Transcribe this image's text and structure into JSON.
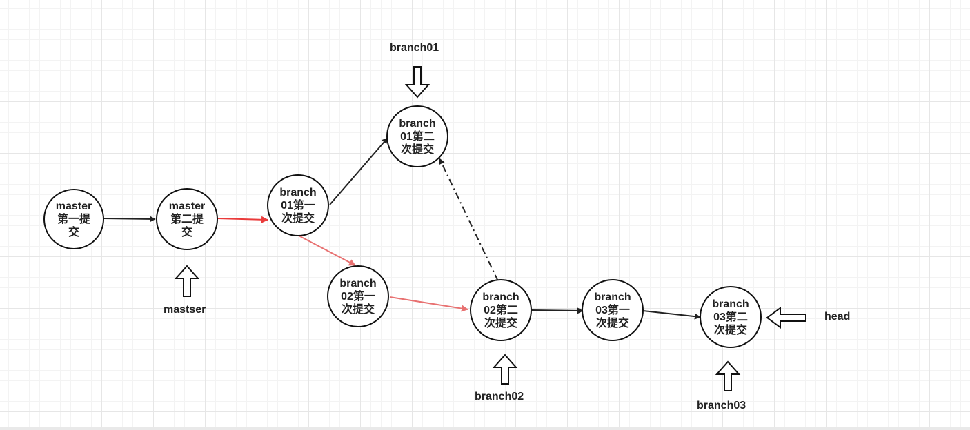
{
  "nodes": {
    "m1": "master\n第一提\n交",
    "m2": "master\n第二提\n交",
    "b1c1": "branch\n01第一\n次提交",
    "b1c2": "branch\n01第二\n次提交",
    "b2c1": "branch\n02第一\n次提交",
    "b2c2": "branch\n02第二\n次提交",
    "b3c1": "branch\n03第一\n次提交",
    "b3c2": "branch\n03第二\n次提交"
  },
  "pointers": {
    "branch01": "branch01",
    "mastser": "mastser",
    "branch02": "branch02",
    "branch03": "branch03",
    "head": "head"
  },
  "colors": {
    "edge_default": "#222222",
    "edge_highlight_strong": "#ea3b3b",
    "edge_highlight_soft": "#e87171",
    "node_stroke": "#111111"
  }
}
